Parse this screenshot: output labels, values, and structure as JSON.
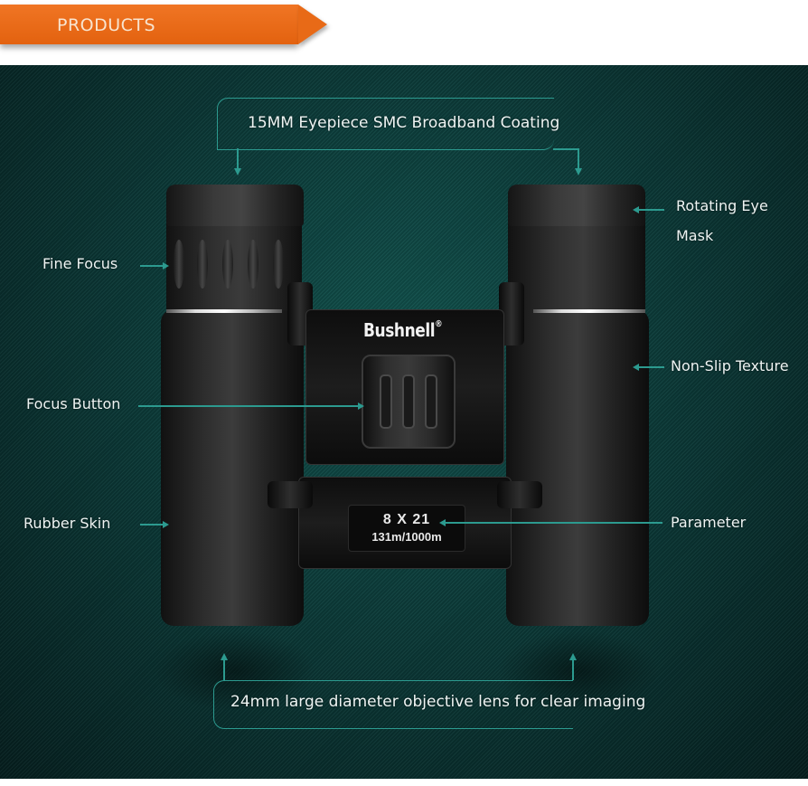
{
  "header": {
    "banner_label": "PRODUCTS",
    "banner_color": "#e86a17",
    "banner_text_color": "#f8e4cf"
  },
  "product": {
    "brand": "Bushnell",
    "brand_mark": "®",
    "parameter_line1": "8 X 21",
    "parameter_line2": "131m/1000m"
  },
  "callouts": {
    "top": "15MM Eyepiece SMC Broadband Coating",
    "fine_focus": "Fine Focus",
    "focus_button": "Focus Button",
    "rubber_skin": "Rubber Skin",
    "rotating_eye_mask_line1": "Rotating Eye",
    "rotating_eye_mask_line2": "Mask",
    "non_slip_texture": "Non-Slip Texture",
    "parameter": "Parameter",
    "bottom": "24mm large diameter objective lens for clear imaging"
  },
  "colors": {
    "background": "#0c3c3a",
    "callout_line": "#2c9a8f",
    "label_text": "#eef4f3"
  }
}
